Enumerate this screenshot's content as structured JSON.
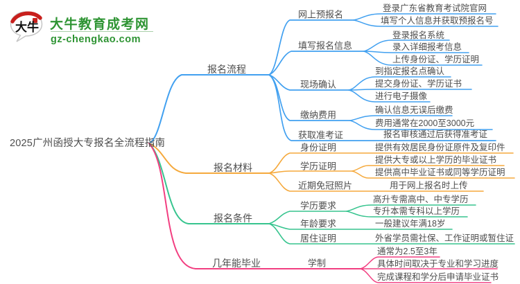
{
  "site": {
    "name": "大牛教育成考网",
    "domain": "gz-chengkao.com",
    "logo_text": "大牛",
    "brand_color": "#2E9433",
    "logo_red": "#C8201D"
  },
  "colors": {
    "process_blue": "#41A0F0",
    "materials_orange": "#F5A93C",
    "conditions_green": "#36C48E",
    "graduation_pink": "#F23E80",
    "text": "#4D4D4D"
  },
  "mindmap": {
    "root": "2025广州函授大专报名全流程指南",
    "branches": [
      {
        "label": "报名流程",
        "children": [
          {
            "label": "网上预报名",
            "children": [
              {
                "label": "登录广东省教育考试院官网"
              },
              {
                "label": "填写个人信息并获取预报名号"
              }
            ]
          },
          {
            "label": "填写报名信息",
            "children": [
              {
                "label": "登录报名系统"
              },
              {
                "label": "录入详细报考信息"
              },
              {
                "label": "上传身份证、学历证明"
              }
            ]
          },
          {
            "label": "现场确认",
            "children": [
              {
                "label": "到指定报名点确认"
              },
              {
                "label": "提交身份证、学历证书"
              },
              {
                "label": "进行电子摄像"
              }
            ]
          },
          {
            "label": "缴纳费用",
            "children": [
              {
                "label": "确认信息无误后缴费"
              },
              {
                "label": "费用通常在2000至3000元"
              }
            ]
          },
          {
            "label": "获取准考证",
            "children": [
              {
                "label": "报名审核通过后获得准考证"
              }
            ]
          }
        ]
      },
      {
        "label": "报名材料",
        "children": [
          {
            "label": "身份证明",
            "children": [
              {
                "label": "提供有效居民身份证原件及复印件"
              }
            ]
          },
          {
            "label": "学历证明",
            "children": [
              {
                "label": "提供大专或以上学历的毕业证书"
              },
              {
                "label": "提供高中毕业证书或同等学历证明"
              }
            ]
          },
          {
            "label": "近期免冠照片",
            "children": [
              {
                "label": "用于网上报名时上传"
              }
            ]
          }
        ]
      },
      {
        "label": "报名条件",
        "children": [
          {
            "label": "学历要求",
            "children": [
              {
                "label": "高升专需高中、中专学历"
              },
              {
                "label": "专升本需专科以上学历"
              }
            ]
          },
          {
            "label": "年龄要求",
            "children": [
              {
                "label": "一般建议年满18岁"
              }
            ]
          },
          {
            "label": "居住证明",
            "children": [
              {
                "label": "外省学员需社保、工作证明或暂住证"
              }
            ]
          }
        ]
      },
      {
        "label": "几年能毕业",
        "children": [
          {
            "label": "学制",
            "children": [
              {
                "label": "通常为2.5至3年"
              },
              {
                "label": "具体时间取决于专业和学习进度"
              },
              {
                "label": "完成课程和学分后申请毕业证书"
              }
            ]
          }
        ]
      }
    ]
  }
}
